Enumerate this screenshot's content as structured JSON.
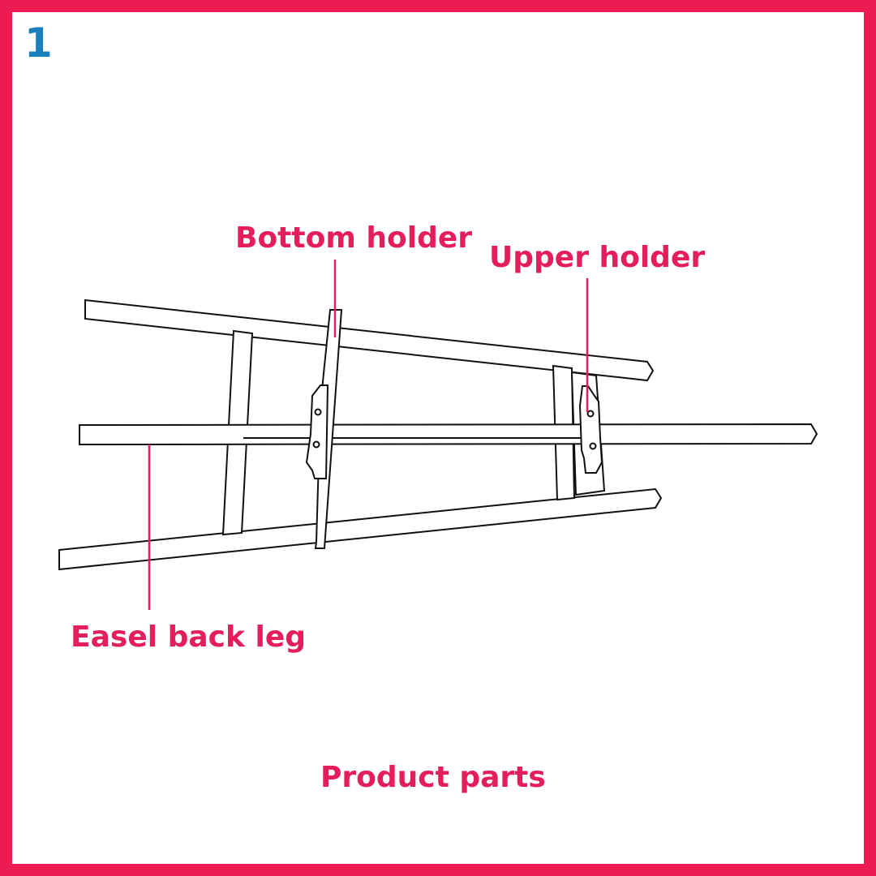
{
  "step_number": "1",
  "labels": {
    "bottom_holder": "Bottom holder",
    "upper_holder": "Upper holder",
    "easel_back_leg": "Easel back leg"
  },
  "caption": "Product parts",
  "colors": {
    "border": "#ec1c52",
    "label": "#e41e5b",
    "step_number": "#1a7fbb"
  }
}
